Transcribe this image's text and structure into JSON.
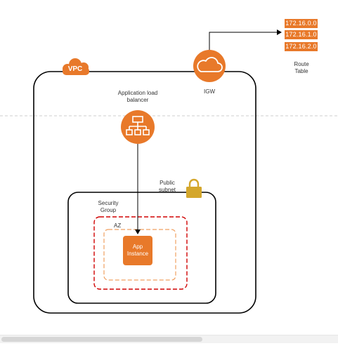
{
  "vpc": {
    "label": "VPC"
  },
  "igw": {
    "label": "IGW"
  },
  "route_table": {
    "label_line1": "Route",
    "label_line2": "Table",
    "entries": [
      "172.16.0.0",
      "172.16.1.0",
      "172.16.2.0"
    ]
  },
  "load_balancer": {
    "label_line1": "Application load",
    "label_line2": "balancer"
  },
  "public_subnet": {
    "label_line1": "Public",
    "label_line2": "subnet"
  },
  "security_group": {
    "label_line1": "Security",
    "label_line2": "Group"
  },
  "az": {
    "label": "AZ"
  },
  "app_instance": {
    "label_line1": "App",
    "label_line2": "Instance"
  },
  "colors": {
    "aws_orange": "#e8792a",
    "container_stroke": "#000000",
    "security_group_stroke": "#d00000",
    "az_stroke": "#f0a060",
    "lock_gold": "#d4a72c"
  }
}
